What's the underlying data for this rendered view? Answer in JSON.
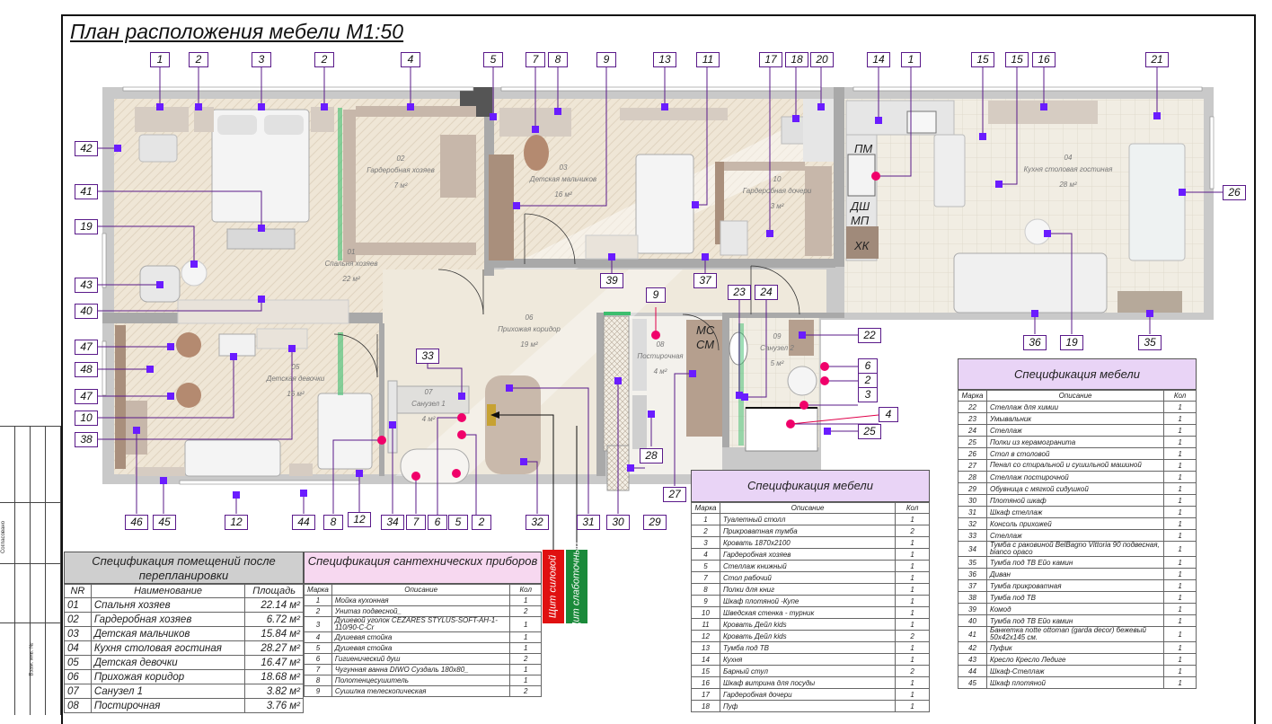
{
  "title": "План расположения мебели  М1:50",
  "side_stamp": {
    "agreed": "Согласовано",
    "inv": "Взам. инв. №"
  },
  "codes": {
    "pm": "ПМ",
    "dsh": "ДШ",
    "mp": "МП",
    "hk": "ХК",
    "ms": "МС",
    "sm": "СМ"
  },
  "panels": {
    "power": "Щит силовой",
    "lowcurrent": "Щит слаботочный"
  },
  "rooms": [
    {
      "num": "01",
      "name": "Спальня хозяев",
      "area": "22 м²"
    },
    {
      "num": "02",
      "name": "Гардеробная хозяев",
      "area": "7 м²"
    },
    {
      "num": "03",
      "name": "Детская мальчиков",
      "area": "16 м²"
    },
    {
      "num": "04",
      "name": "Кухня столовая гостиная",
      "area": "28 м²"
    },
    {
      "num": "05",
      "name": "Детская девочки",
      "area": "16 м²"
    },
    {
      "num": "06",
      "name": "Прихожая коридор",
      "area": "19 м²"
    },
    {
      "num": "07",
      "name": "Санузел 1",
      "area": "4 м²"
    },
    {
      "num": "08",
      "name": "Постирочная",
      "area": "4 м²"
    },
    {
      "num": "09",
      "name": "Санузел 2",
      "area": "5 м²"
    },
    {
      "num": "10",
      "name": "Гардеробная дочери",
      "area": "3 м²"
    }
  ],
  "markers": [
    "1",
    "2",
    "3",
    "2",
    "4",
    "5",
    "7",
    "8",
    "9",
    "13",
    "11",
    "17",
    "18",
    "20",
    "14",
    "1",
    "15",
    "15",
    "16",
    "21",
    "42",
    "41",
    "19",
    "43",
    "40",
    "26",
    "39",
    "37",
    "9",
    "23",
    "24",
    "22",
    "36",
    "19",
    "35",
    "47",
    "48",
    "47",
    "10",
    "38",
    "33",
    "6",
    "2",
    "3",
    "4",
    "25",
    "46",
    "45",
    "12",
    "44",
    "8",
    "12",
    "34",
    "7",
    "6",
    "5",
    "2",
    "32",
    "31",
    "30",
    "29",
    "28",
    "27"
  ],
  "rooms_spec": {
    "title": "Спецификация помещений после перепланировки",
    "headers": [
      "NR",
      "Наименование",
      "Площадь"
    ],
    "rows": [
      [
        "01",
        "Спальня хозяев",
        "22.14 м²"
      ],
      [
        "02",
        "Гардеробная хозяев",
        "6.72 м²"
      ],
      [
        "03",
        "Детская мальчиков",
        "15.84 м²"
      ],
      [
        "04",
        "Кухня столовая гостиная",
        "28.27 м²"
      ],
      [
        "05",
        "Детская девочки",
        "16.47 м²"
      ],
      [
        "06",
        "Прихожая коридор",
        "18.68 м²"
      ],
      [
        "07",
        "Санузел 1",
        "3.82 м²"
      ],
      [
        "08",
        "Постирочная",
        "3.76 м²"
      ]
    ]
  },
  "plumbing_spec": {
    "title": "Спецификация сантехнических приборов",
    "headers": [
      "Марка",
      "Описание",
      "Кол"
    ],
    "rows": [
      [
        "1",
        "Мойка кухонная",
        "1"
      ],
      [
        "2",
        "Унитаз подвесной_",
        "2"
      ],
      [
        "3",
        "Душевой уголок CEZARES STYLUS-SOFT-AH-1-110/90-C-Cr",
        "1"
      ],
      [
        "4",
        "Душевая стойка",
        "1"
      ],
      [
        "5",
        "Душевая стойка",
        "1"
      ],
      [
        "6",
        "Гигиенический душ",
        "2"
      ],
      [
        "7",
        "Чугунная ванна DIWO Суздаль 180x80_",
        "1"
      ],
      [
        "8",
        "Полотенцесушитель",
        "1"
      ],
      [
        "9",
        "Сушилка телескопическая",
        "2"
      ]
    ]
  },
  "furniture_spec_1": {
    "title": "Спецификация мебели",
    "headers": [
      "Марка",
      "Описание",
      "Кол"
    ],
    "rows": [
      [
        "1",
        "Туалетный столл",
        "1"
      ],
      [
        "2",
        "Прикроватная тумба",
        "2"
      ],
      [
        "3",
        "Кровать 1870х2100",
        "1"
      ],
      [
        "4",
        "Гардеробная хозяев",
        "1"
      ],
      [
        "5",
        "Стеллаж книжный",
        "1"
      ],
      [
        "7",
        "Стол рабочий",
        "1"
      ],
      [
        "8",
        "Полки для книг",
        "1"
      ],
      [
        "9",
        "Шкаф плотяной -Купе",
        "1"
      ],
      [
        "10",
        "Шведская стенка - турник",
        "1"
      ],
      [
        "11",
        "Кровать Дейл kids",
        "1"
      ],
      [
        "12",
        "Кровать Дейл kids",
        "2"
      ],
      [
        "13",
        "Тумба под ТВ",
        "1"
      ],
      [
        "14",
        "Кухня",
        "1"
      ],
      [
        "15",
        "Барный стул",
        "2"
      ],
      [
        "16",
        "Шкаф витрина для посуды",
        "1"
      ],
      [
        "17",
        "Гардеробная дочери",
        "1"
      ],
      [
        "18",
        "Пуф",
        "1"
      ]
    ]
  },
  "furniture_spec_2": {
    "title": "Спецификация мебели",
    "headers": [
      "Марка",
      "Описание",
      "Кол"
    ],
    "rows": [
      [
        "22",
        "Стеллаж для химии",
        "1"
      ],
      [
        "23",
        "Умывальник",
        "1"
      ],
      [
        "24",
        "Стеллаж",
        "1"
      ],
      [
        "25",
        "Полки из керамогранита",
        "1"
      ],
      [
        "26",
        "Стол в столовой",
        "1"
      ],
      [
        "27",
        "Пенал со стиральной и сушильной машиной",
        "1"
      ],
      [
        "28",
        "Стеллаж постирочной",
        "1"
      ],
      [
        "29",
        "Обувница с мягкой сидушкой",
        "1"
      ],
      [
        "30",
        "Плотяной шкаф",
        "1"
      ],
      [
        "31",
        "Шкаф стеллаж",
        "1"
      ],
      [
        "32",
        "Консоль прихожей",
        "1"
      ],
      [
        "33",
        "Стеллаж",
        "1"
      ],
      [
        "34",
        "Тумба с раковиной BelBagno Vittoria 90 подвесная, bianco opaco",
        "1"
      ],
      [
        "35",
        "Тумба под ТВ Ейо камин",
        "1"
      ],
      [
        "36",
        "Диван",
        "1"
      ],
      [
        "37",
        "Тумба прикроватная",
        "1"
      ],
      [
        "38",
        "Тумба под ТВ",
        "1"
      ],
      [
        "39",
        "Комод",
        "1"
      ],
      [
        "40",
        "Тумба под ТВ Ейо камин",
        "1"
      ],
      [
        "41",
        "Банкетка notte ottoman (garda decor) бежевый 50х42х145 см.",
        "1"
      ],
      [
        "42",
        "Пуфик",
        "1"
      ],
      [
        "43",
        "Кресло Кресло Ледиге",
        "1"
      ],
      [
        "44",
        "Шкаф-Стеллаж",
        "1"
      ],
      [
        "45",
        "Шкаф плотяной",
        "1"
      ]
    ]
  }
}
